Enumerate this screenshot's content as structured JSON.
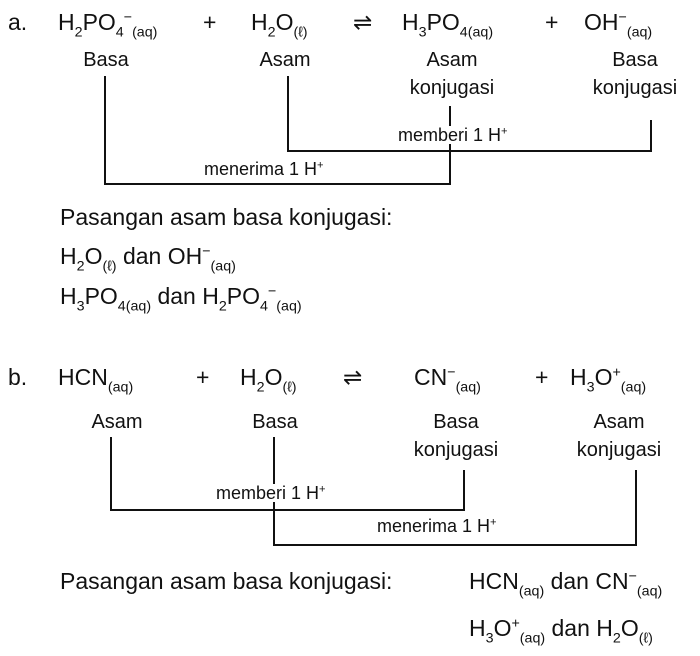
{
  "part_a": {
    "letter": "a.",
    "species": [
      {
        "base": "H",
        "s1": "2",
        "mid": "PO",
        "s2": "4",
        "sup": "−",
        "phase": "(aq)"
      },
      {
        "base": "H",
        "s1": "2",
        "mid": "O",
        "phase": "(ℓ)"
      },
      {
        "base": "H",
        "s1": "3",
        "mid": "PO",
        "phase": "4(aq)"
      },
      {
        "base": "OH",
        "sup": "−",
        "phase": "(aq)"
      }
    ],
    "plus": "+",
    "arrow": "⇌",
    "labels": [
      {
        "line1": "Basa",
        "line2": ""
      },
      {
        "line1": "Asam",
        "line2": ""
      },
      {
        "line1": "Asam",
        "line2": "konjugasi"
      },
      {
        "line1": "Basa",
        "line2": "konjugasi"
      }
    ],
    "upper_bracket": {
      "text": "memberi 1 H",
      "sup": "+"
    },
    "lower_bracket": {
      "text": "menerima 1 H",
      "sup": "+"
    },
    "pairs_heading": "Pasangan asam basa konjugasi:",
    "pair1": {
      "a_base": "H",
      "a_s1": "2",
      "a_mid": "O",
      "a_phase": "(ℓ)",
      "dan": "dan",
      "b_base": "OH",
      "b_sup": "−",
      "b_phase": "(aq)"
    },
    "pair2": {
      "a_base": "H",
      "a_s1": "3",
      "a_mid": "PO",
      "a_phase": "4(aq)",
      "dan": "dan",
      "b_base": "H",
      "b_s1": "2",
      "b_mid": "PO",
      "b_s2": "4",
      "b_sup": "−",
      "b_phase": "(aq)"
    }
  },
  "part_b": {
    "letter": "b.",
    "species": [
      {
        "base": "HCN",
        "phase": "(aq)"
      },
      {
        "base": "H",
        "s1": "2",
        "mid": "O",
        "phase": "(ℓ)"
      },
      {
        "base": "CN",
        "sup": "−",
        "phase": "(aq)"
      },
      {
        "base": "H",
        "s1": "3",
        "mid": "O",
        "sup": "+",
        "phase": "(aq)"
      }
    ],
    "plus": "+",
    "arrow": "⇌",
    "labels": [
      {
        "line1": "Asam",
        "line2": ""
      },
      {
        "line1": "Basa",
        "line2": ""
      },
      {
        "line1": "Basa",
        "line2": "konjugasi"
      },
      {
        "line1": "Asam",
        "line2": "konjugasi"
      }
    ],
    "upper_bracket": {
      "text": "memberi 1 H",
      "sup": "+"
    },
    "lower_bracket": {
      "text": "menerima 1 H",
      "sup": "+"
    },
    "pairs_heading": "Pasangan asam basa konjugasi:",
    "pair1": {
      "a_base": "HCN",
      "a_phase": "(aq)",
      "dan": "dan",
      "b_base": "CN",
      "b_sup": "−",
      "b_phase": "(aq)"
    },
    "pair2": {
      "a_base": "H",
      "a_s1": "3",
      "a_mid": "O",
      "a_sup": "+",
      "a_phase": "(aq)",
      "dan": "dan",
      "b_base": "H",
      "b_s1": "2",
      "b_mid": "O",
      "b_phase": "(ℓ)"
    }
  }
}
